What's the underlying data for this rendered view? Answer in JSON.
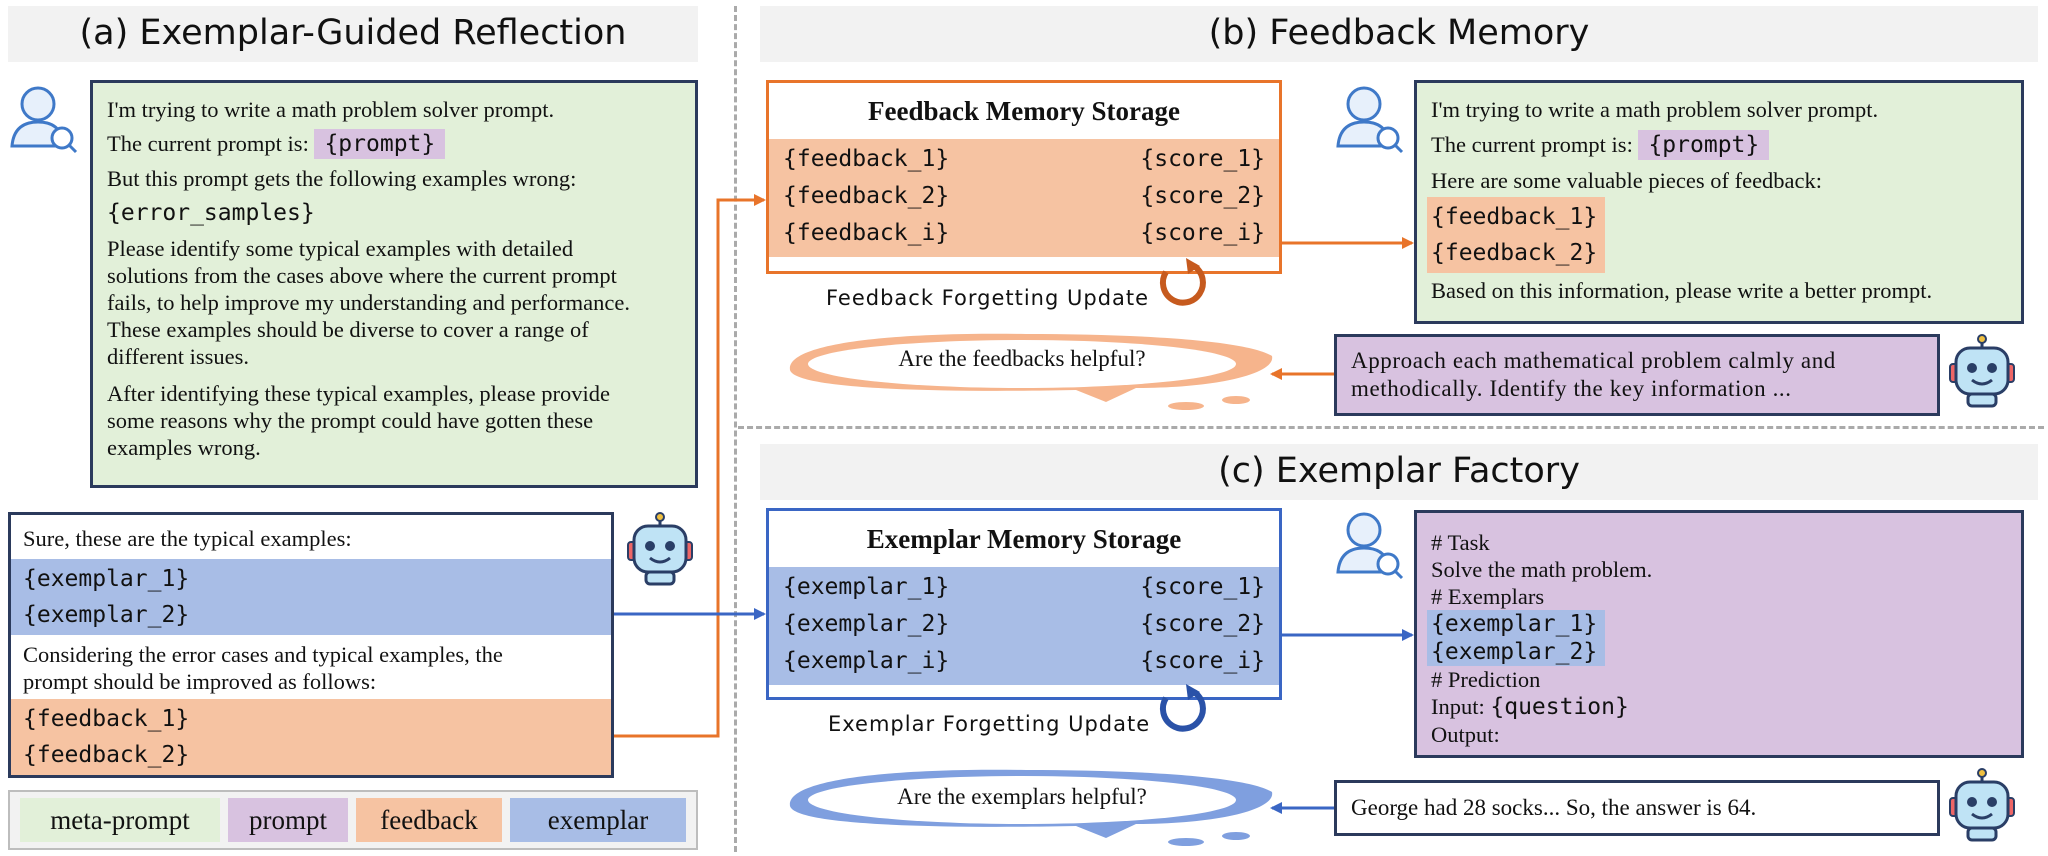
{
  "panels": {
    "a_title": "(a) Exemplar-Guided Reflection",
    "b_title": "(b) Feedback Memory",
    "c_title": "(c) Exemplar Factory"
  },
  "meta_prompt": {
    "line1": "I'm trying to write a math problem solver prompt.",
    "line2_prefix": "The current prompt is:",
    "prompt_token": "{prompt}",
    "line3": "But this prompt gets the following examples wrong:",
    "error_token": "{error_samples}",
    "para1": [
      "Please identify some typical examples with detailed",
      "solutions from the cases above where the current prompt",
      "fails, to help improve my understanding and performance.",
      "These examples should be diverse to cover a range of",
      "different issues."
    ],
    "para2": [
      "After identifying these typical examples, please provide",
      "some reasons why the prompt could have gotten these",
      "examples wrong."
    ]
  },
  "response": {
    "intro": "Sure, these are the typical examples:",
    "exemplar_1": "{exemplar_1}",
    "exemplar_2": "{exemplar_2}",
    "middle": [
      "Considering the error cases and typical examples, the",
      "prompt should be improved as follows:"
    ],
    "feedback_1": "{feedback_1}",
    "feedback_2": "{feedback_2}"
  },
  "legend": {
    "meta_prompt": "meta-prompt",
    "prompt": "prompt",
    "feedback": "feedback",
    "exemplar": "exemplar"
  },
  "feedback_storage": {
    "title": "Feedback Memory Storage",
    "rows": [
      {
        "key": "{feedback_1}",
        "score": "{score_1}"
      },
      {
        "key": "{feedback_2}",
        "score": "{score_2}"
      },
      {
        "key": "{feedback_i}",
        "score": "{score_i}"
      }
    ],
    "update_label": "Feedback Forgetting Update",
    "question": "Are the feedbacks helpful?"
  },
  "feedback_prompt": {
    "line1": "I'm trying to write a math problem solver prompt.",
    "line2_prefix": "The current prompt is:",
    "prompt_token": "{prompt}",
    "line3": "Here are some valuable pieces of feedback:",
    "feedback_1": "{feedback_1}",
    "feedback_2": "{feedback_2}",
    "line4": "Based on this information, please write a better prompt."
  },
  "optimized_prompt": {
    "line1": "Approach each mathematical problem calmly and",
    "line2": "methodically. Identify the key information ..."
  },
  "exemplar_storage": {
    "title": "Exemplar Memory Storage",
    "rows": [
      {
        "key": "{exemplar_1}",
        "score": "{score_1}"
      },
      {
        "key": "{exemplar_2}",
        "score": "{score_2}"
      },
      {
        "key": "{exemplar_i}",
        "score": "{score_i}"
      }
    ],
    "update_label": "Exemplar Forgetting Update",
    "question": "Are the exemplars helpful?"
  },
  "task_prompt": {
    "task_header": "# Task",
    "task": "Solve the math problem.",
    "exemplars_header": "# Exemplars",
    "exemplar_1": "{exemplar_1}",
    "exemplar_2": "{exemplar_2}",
    "prediction_header": "# Prediction",
    "input_prefix": "Input:",
    "question_token": "{question}",
    "output": "Output:"
  },
  "answer": {
    "text": "George had 28 socks... So, the answer is 64."
  },
  "colors": {
    "green": "#e2f0d9",
    "purple": "#d8c2e0",
    "orange": "#f6c3a2",
    "blue": "#a8bde6",
    "orange_arrow": "#e8742a",
    "blue_arrow": "#3a66c4"
  }
}
